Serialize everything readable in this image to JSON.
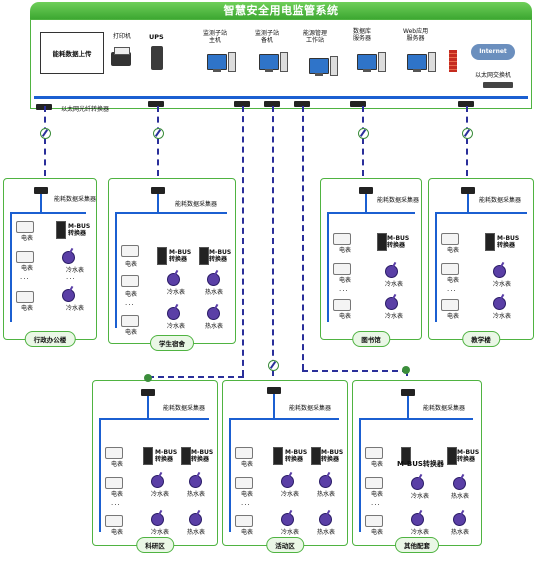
{
  "title": "智慧安全用电监管系统",
  "upload": "能耗数据上传",
  "top_labels": {
    "printer": "打印机",
    "ups": "UPS",
    "monitor_host": "监测子站\n主机",
    "monitor_backup": "监测子站\n备机",
    "energy_ws": "能源管理\n工作站",
    "db_server": "数据库\n服务器",
    "web_server": "Web应用\n服务器",
    "internet": "Internet",
    "eth_switch": "以太网交换机",
    "eth_fiber": "以太网光纤转换器"
  },
  "collector": "能耗数据采集器",
  "meter": "电表",
  "mbus": "M-BUS\n转换器",
  "cold": "冷水表",
  "hot": "热水表",
  "dots": "···",
  "buildings": [
    {
      "name": "行政办公楼"
    },
    {
      "name": "学生宿舍"
    },
    {
      "name": "图书馆"
    },
    {
      "name": "教学楼"
    },
    {
      "name": "科研区"
    },
    {
      "name": "活动区"
    },
    {
      "name": "其他配套"
    }
  ],
  "overlap_label": "M-BUS转换器"
}
